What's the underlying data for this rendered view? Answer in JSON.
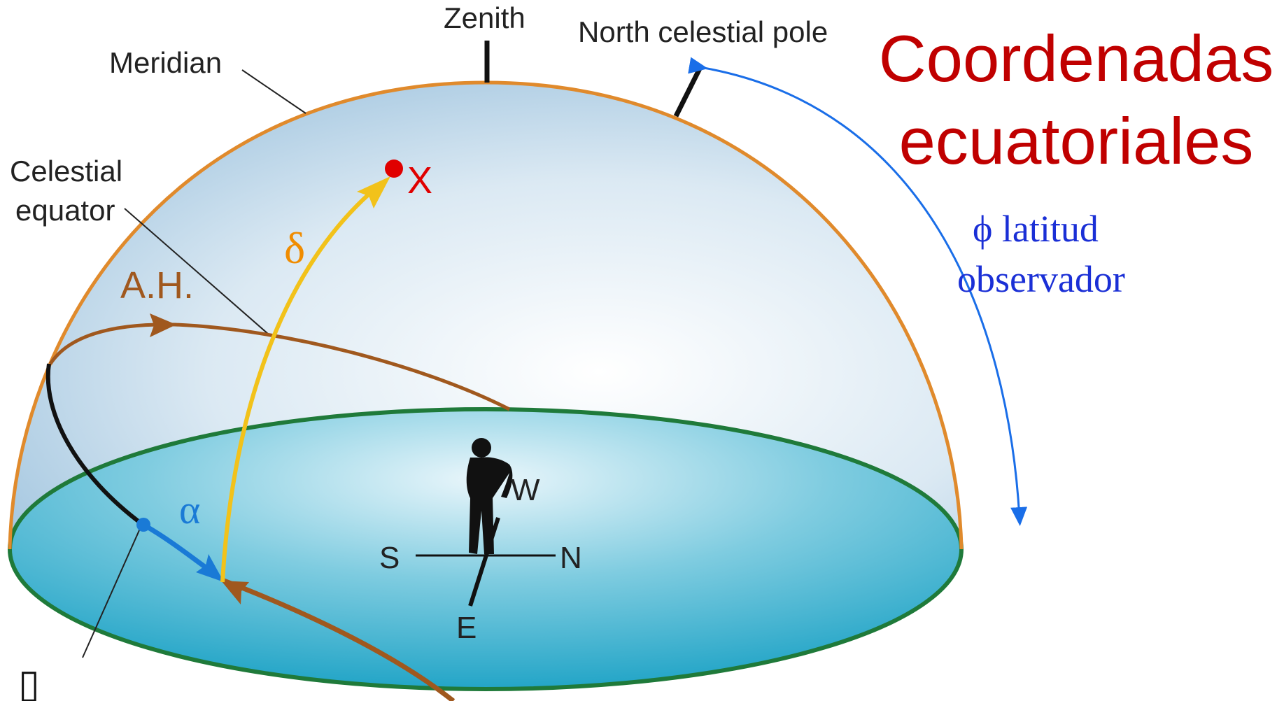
{
  "title": {
    "line1": "Coordenadas",
    "line2": "ecuatoriales",
    "color": "#c00000"
  },
  "labels": {
    "zenith": "Zenith",
    "north_celestial_pole": "North celestial pole",
    "meridian": "Meridian",
    "celestial_equator_line1": "Celestial",
    "celestial_equator_line2": "equator",
    "star": "X",
    "declination": "δ",
    "hour_angle": "A.H.",
    "right_ascension": "α",
    "latitude_line1": "ϕ latitud",
    "latitude_line2": "observador",
    "vernal_point": "▯"
  },
  "compass": {
    "west": "W",
    "south": "S",
    "north": "N",
    "east": "E"
  },
  "colors": {
    "meridian": "#e08a2c",
    "horizon": "#1f7a3a",
    "hour_angle": "#a0581e",
    "declination": "#f2c21a",
    "declination_text": "#f08c00",
    "right_ascension": "#1a7ad6",
    "latitude": "#1a6ee8",
    "latitude_text": "#1a2fd6",
    "star": "#e00000"
  }
}
